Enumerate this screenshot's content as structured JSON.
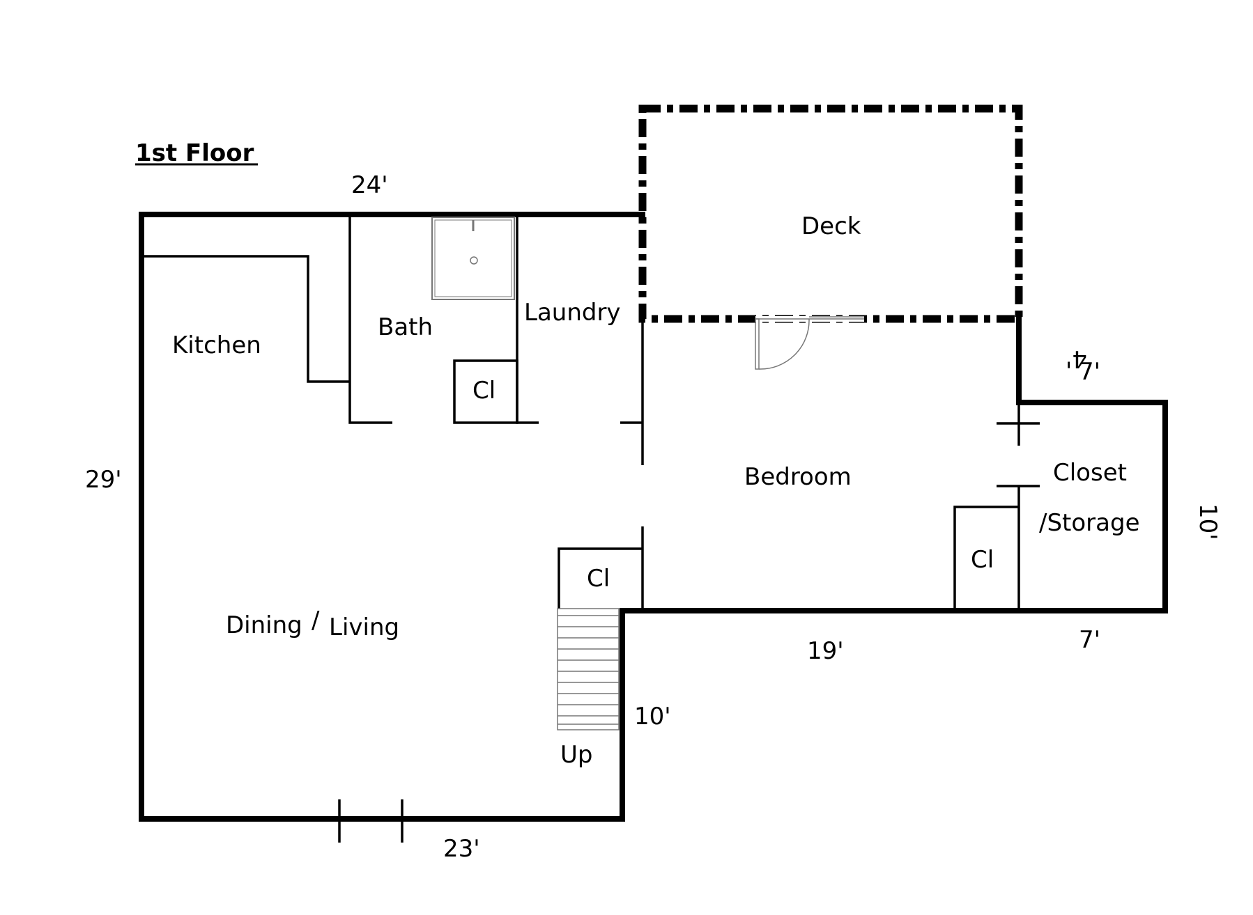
{
  "title": "1st Floor",
  "rooms": {
    "deck": "Deck",
    "kitchen": "Kitchen",
    "bath": "Bath",
    "laundry": "Laundry",
    "bath_closet": "Cl",
    "bedroom": "Bedroom",
    "closet_storage_line1": "Closet",
    "closet_storage_line2": "/Storage",
    "bedroom_closet": "Cl",
    "stair_closet": "Cl",
    "dining": "Dining",
    "slash": "/",
    "living": "Living",
    "stairs": "Up"
  },
  "dimensions": {
    "top": "24'",
    "left": "29'",
    "bottom": "23'",
    "stair_side": "10'",
    "bedroom_bottom": "19'",
    "closet_top": "7'",
    "closet_offset": "4'",
    "closet_right": "10'",
    "closet_bottom": "7'"
  },
  "colors": {
    "wall": "#000000",
    "fixture": "#777777",
    "background": "#ffffff"
  }
}
